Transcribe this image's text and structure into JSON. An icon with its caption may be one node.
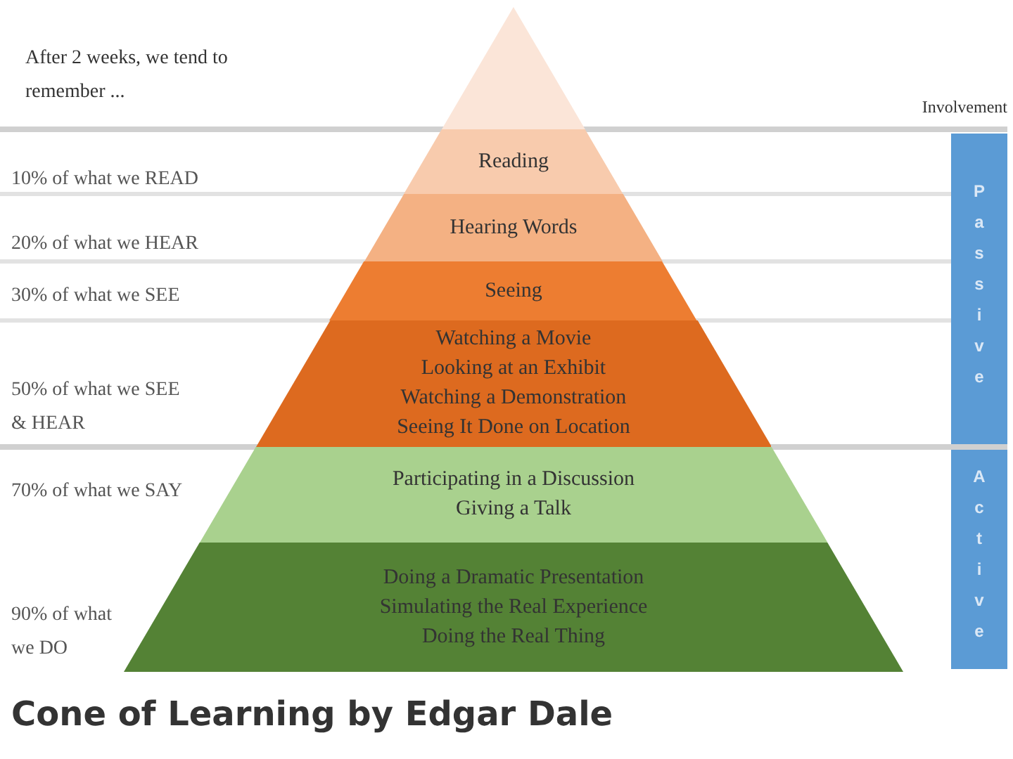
{
  "diagram": {
    "caption": "Cone of Learning by Edgar Dale",
    "nodes": [
      {
        "text": [],
        "shape": "triangle"
      },
      {
        "text": [
          "Reading"
        ]
      },
      {
        "text": [
          "Hearing Words"
        ]
      },
      {
        "text": [
          "Seeing"
        ]
      },
      {
        "text": [
          "Watching a Movie",
          "Looking at an Exhibit",
          "Watching a Demonstration",
          "Seeing It Done on Location"
        ]
      },
      {
        "text": [
          "Participating in a Discussion",
          "Giving a Talk"
        ]
      },
      {
        "text": [
          "Doing a Dramatic Presentation",
          "Simulating the Real Experience",
          "Doing the Real Thing"
        ]
      },
      {
        "text": [
          "Passive"
        ]
      },
      {
        "text": [
          "Active"
        ]
      }
    ],
    "edges": [],
    "labels": [
      "After 2 weeks, we tend to remember ...",
      "Involvement",
      "10% of what we READ",
      "20% of what we HEAR",
      "30% of what we SEE",
      "50% of what we SEE & HEAR",
      "70% of what we SAY",
      "90% of what we DO"
    ]
  }
}
